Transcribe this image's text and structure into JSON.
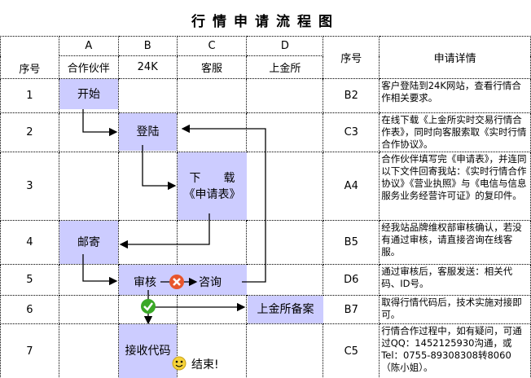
{
  "title": "行情申请流程图",
  "header": {
    "seq": "序号",
    "colA_letter": "A",
    "colB_letter": "B",
    "colC_letter": "C",
    "colD_letter": "D",
    "colA": "合作伙伴",
    "colB": "24K",
    "colC": "客服",
    "colD": "上金所",
    "seq2": "序号",
    "details": "申请详情"
  },
  "rows": [
    {
      "n": "1",
      "code": "B2",
      "detail": "客户登陆到24K网站，查看行情合作相关要求。"
    },
    {
      "n": "2",
      "code": "C3",
      "detail": "在线下载《上金所实时交易行情合作表》，同时向客服索取《实时行情合作协议》。"
    },
    {
      "n": "3",
      "code": "A4",
      "detail": "合作伙伴填写完《申请表》，并连同以下文件回寄我站：《实时行情合作协议》《营业执照》与《电信与信息服务业务经营许可证》的复印件。"
    },
    {
      "n": "4",
      "code": "B5",
      "detail": "经我站品牌维权部审核确认，若没有通过审核，请直接咨询在线客服。"
    },
    {
      "n": "5",
      "code": "D6",
      "detail": "通过审核后，客服发送：相关代码、ID号。"
    },
    {
      "n": "6",
      "code": "B7",
      "detail": "取得行情代码后，技术实施对接即可。"
    },
    {
      "n": "7",
      "code": "C5",
      "detail": "行情合作过程中，如有疑问，可通过QQ：1452125930沟通，或Tel：0755-89308308转8060（陈小姐）。"
    }
  ],
  "flow": {
    "start": "开始",
    "login": "登陆",
    "download_1": "下　　载",
    "download_2": "《申请表》",
    "mail": "邮寄",
    "review": "审核",
    "consult": "咨询",
    "record": "上金所备案",
    "receive": "接收代码",
    "end": "结束!"
  },
  "colors": {
    "box": "#ccccff",
    "reject": "#e8552c",
    "approve": "#3aa826"
  }
}
